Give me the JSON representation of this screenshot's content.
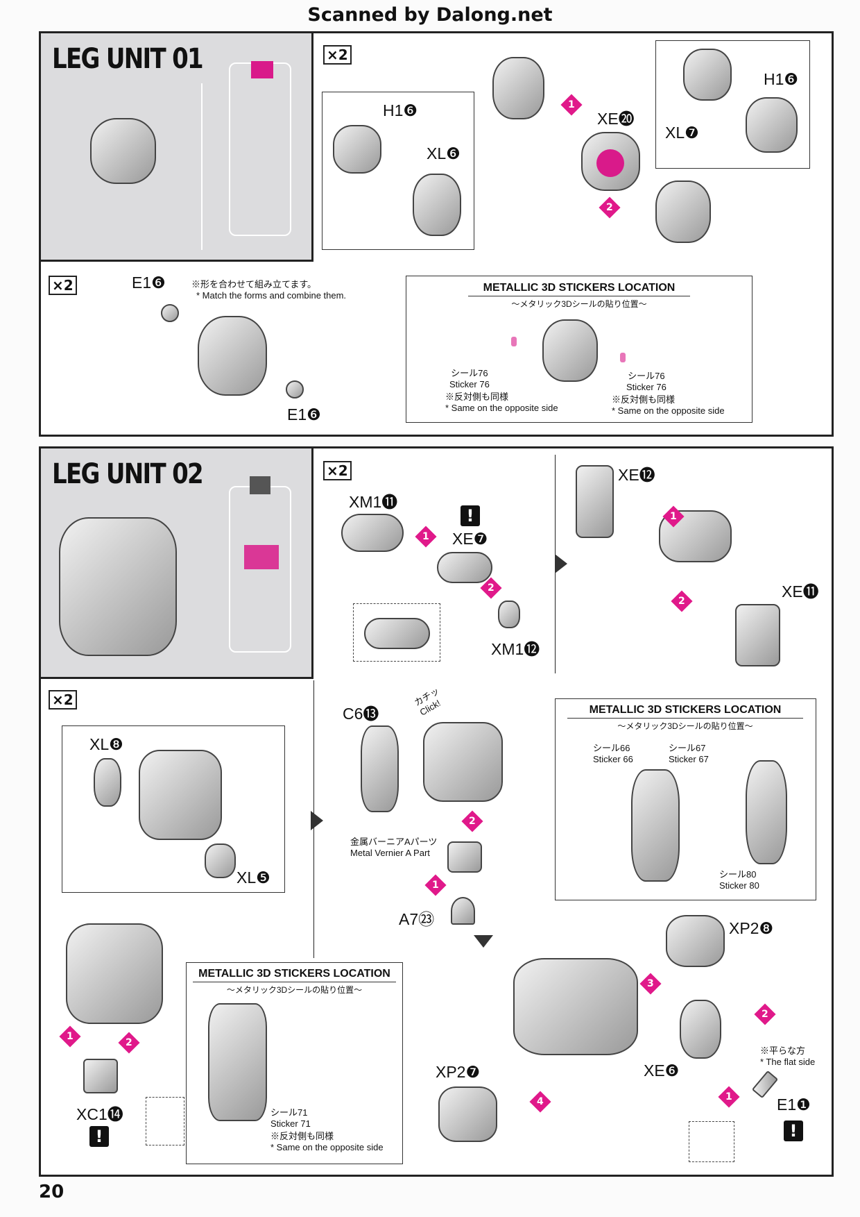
{
  "header": "Scanned by Dalong.net",
  "page_number": "20",
  "colors": {
    "accent": "#e0198a",
    "panel": "#dcdcde"
  },
  "section1": {
    "title": "LEG UNIT 01",
    "step1": {
      "multiplier": "×2",
      "labels": {
        "h1a": "H1❻",
        "xl6": "XL❻",
        "xe20": "XE⓴",
        "h1b": "H1❻",
        "xl7": "XL❼"
      },
      "steps": [
        "1",
        "2"
      ]
    },
    "step2": {
      "multiplier": "×2",
      "e1a": "E1❻",
      "e1b": "E1❻",
      "note_jp": "※形を合わせて組み立てます。",
      "note_en": "* Match the forms and combine them."
    },
    "stickers": {
      "title": "METALLIC 3D STICKERS LOCATION",
      "subtitle": "〜メタリック3Dシールの貼り位置〜",
      "left": {
        "jp": "シール76",
        "en": "Sticker 76",
        "note_jp": "※反対側も同様",
        "note_en": "* Same on the opposite side"
      },
      "right": {
        "jp": "シール76",
        "en": "Sticker 76",
        "note_jp": "※反対側も同様",
        "note_en": "* Same on the opposite side"
      }
    }
  },
  "section2": {
    "title": "LEG UNIT 02",
    "step1": {
      "multiplier": "×2",
      "xm11": "XM1⓫",
      "xe7": "XE❼",
      "xm12": "XM1⓬",
      "xe12": "XE⓬",
      "xe11": "XE⓫",
      "warning": "!",
      "steps": [
        "1",
        "2",
        "1",
        "2"
      ]
    },
    "step2": {
      "multiplier": "×2",
      "xl8": "XL❽",
      "xl5": "XL❺",
      "xc14": "XC1⓮",
      "warning": "!",
      "steps": [
        "1",
        "2"
      ],
      "c6": "C6⓭",
      "click_jp": "カチッ",
      "click_en": "Click!",
      "vernier_jp": "金属バーニアAパーツ",
      "vernier_en": "Metal Vernier A Part",
      "a7": "A7㉓",
      "steps2": [
        "2",
        "1"
      ],
      "xp28": "XP2❽",
      "xp27": "XP2❼",
      "xe6": "XE❻",
      "e1": "E1❶",
      "flat_jp": "※平らな方",
      "flat_en": "* The flat side",
      "warning2": "!",
      "steps3": [
        "3",
        "2",
        "1",
        "4"
      ]
    },
    "stickers_a": {
      "title": "METALLIC 3D STICKERS LOCATION",
      "subtitle": "〜メタリック3Dシールの貼り位置〜",
      "s1_jp": "シール66",
      "s1_en": "Sticker 66",
      "s2_jp": "シール67",
      "s2_en": "Sticker 67",
      "s3_jp": "シール80",
      "s3_en": "Sticker 80"
    },
    "stickers_b": {
      "title": "METALLIC 3D STICKERS LOCATION",
      "subtitle": "〜メタリック3Dシールの貼り位置〜",
      "jp": "シール71",
      "en": "Sticker 71",
      "note_jp": "※反対側も同様",
      "note_en": "* Same on the opposite side"
    }
  }
}
